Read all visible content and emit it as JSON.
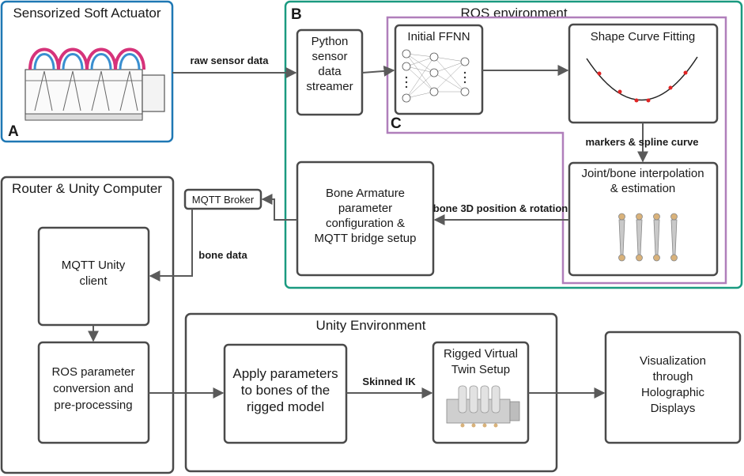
{
  "panels": {
    "sensorized_soft_actuator": {
      "title": "Sensorized Soft Actuator",
      "letter": "A"
    },
    "ros_environment": {
      "title": "ROS environment",
      "letter": "B"
    },
    "ffnn_group": {
      "letter": "C"
    },
    "router_unity_computer": {
      "title": "Router & Unity Computer"
    },
    "unity_environment": {
      "title": "Unity Environment"
    }
  },
  "boxes": {
    "python_streamer": [
      "Python",
      "sensor",
      "data",
      "streamer"
    ],
    "initial_ffnn": "Initial FFNN",
    "shape_curve_fitting": "Shape Curve Fitting",
    "joint_bone": [
      "Joint/bone interpolation",
      "& estimation"
    ],
    "bone_armature": [
      "Bone Armature",
      "parameter",
      "configuration &",
      "MQTT bridge setup"
    ],
    "mqtt_broker": "MQTT Broker",
    "mqtt_unity_client": [
      "MQTT Unity",
      "client"
    ],
    "ros_param_conversion": [
      "ROS parameter",
      "conversion and",
      "pre-processing"
    ],
    "apply_parameters": [
      "Apply parameters",
      "to bones of the",
      "rigged model"
    ],
    "rigged_twin": [
      "Rigged Virtual",
      "Twin Setup"
    ],
    "visualization": [
      "Visualization",
      "through",
      "Holographic",
      "Displays"
    ]
  },
  "edge_labels": {
    "raw_sensor_data": "raw sensor data",
    "markers_spline": "markers & spline curve",
    "bone_3d": "bone 3D position & rotation",
    "bone_data": "bone data",
    "skinned_ik": "Skinned IK"
  },
  "colors": {
    "panel_a_border": "#1f78b4",
    "ros_border": "#1a9a80",
    "ffnn_group_border": "#b07fbb",
    "box_border": "#4a4a4a",
    "arrow": "#5a5a5a",
    "sensor_loop_magenta": "#d6337a",
    "sensor_loop_blue": "#3a8fd0",
    "curve_marker_red": "#e02424"
  },
  "icons": {
    "actuator": "soft-actuator-illustration",
    "nn": "neural-network-graphic",
    "curve": "spline-curve-graphic",
    "bones": "bone-armature-graphic",
    "twin": "rigged-actuator-model"
  }
}
